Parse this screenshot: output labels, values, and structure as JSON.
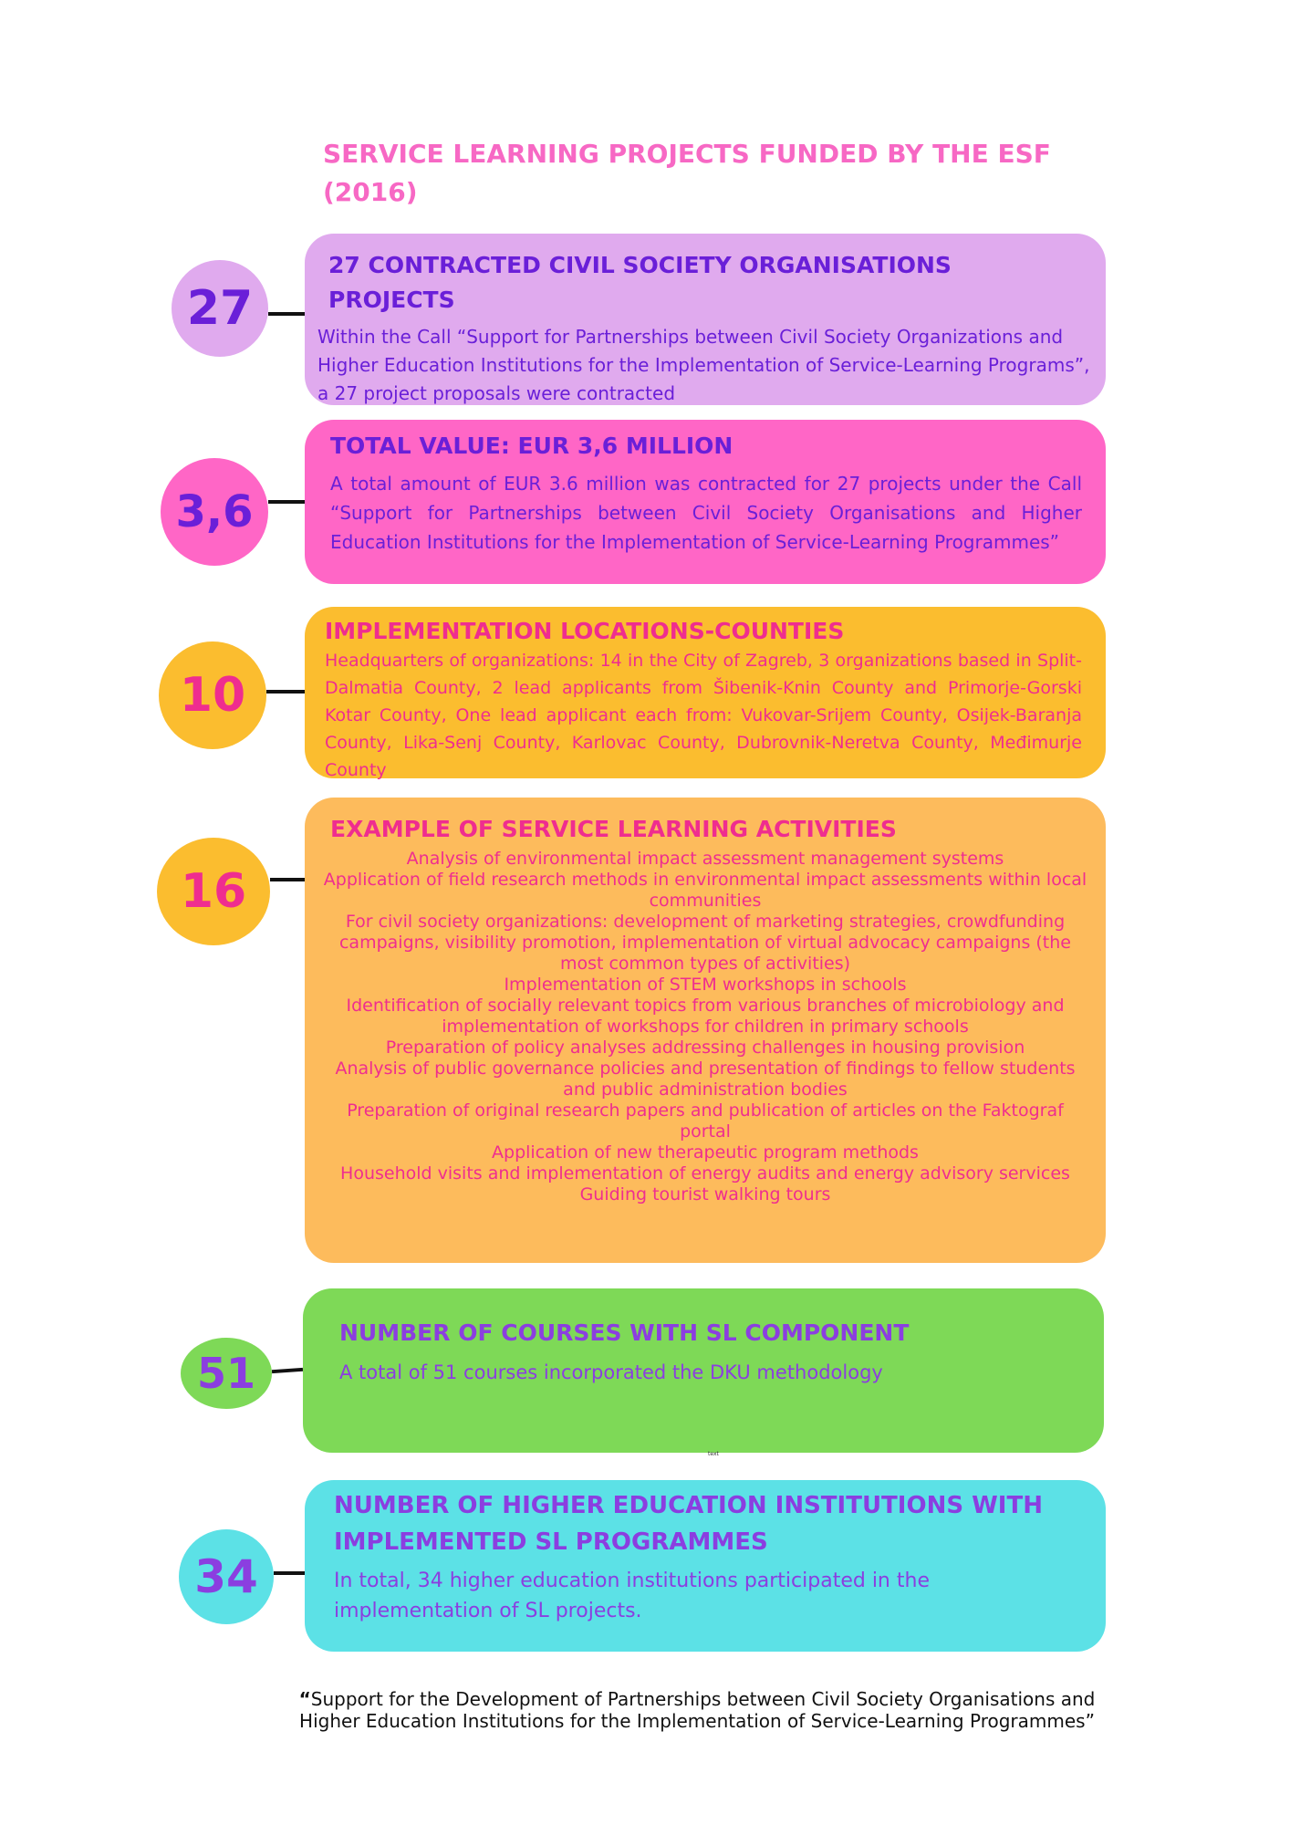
{
  "title": "SERVICE LEARNING PROJECTS FUNDED BY THE ESF (2016)",
  "colors": {
    "title": "#f768c4",
    "purple_text": "#6a1fd8",
    "pink_text": "#ef2d8f",
    "violet_text": "#8b3ee0",
    "card1": "#e0aaee",
    "card2": "#ff66c6",
    "card3": "#fbbd2f",
    "card4": "#fdbb5c",
    "card5": "#7ed957",
    "card6": "#5ce1e6"
  },
  "cards": [
    {
      "number": "27",
      "heading": "27 CONTRACTED CIVIL SOCIETY ORGANISATIONS PROJECTS",
      "body": "Within the Call “Support for Partnerships between Civil Society Organizations and Higher Education Institutions for the Implementation of Service-Learning Programs”, a 27 project proposals were contracted"
    },
    {
      "number": "3,6",
      "heading": "TOTAL VALUE: EUR 3,6 MILLION",
      "body": "A total amount of EUR 3.6 million was contracted for 27 projects under the Call “Support for Partnerships between Civil Society Organisations and Higher Education Institutions for the Implementation of Service-Learning Programmes”"
    },
    {
      "number": "10",
      "heading": "IMPLEMENTATION LOCATIONS-COUNTIES",
      "body": "Headquarters of organizations: 14 in the City of Zagreb, 3 organizations based in Split-Dalmatia County, 2 lead applicants from Šibenik-Knin County and Primorje-Gorski Kotar County, One lead applicant each from: Vukovar-Srijem County, Osijek-Baranja County, Lika-Senj County, Karlovac County, Dubrovnik-Neretva County, Međimurje County"
    },
    {
      "number": "16",
      "heading": "EXAMPLE OF SERVICE LEARNING ACTIVITIES",
      "items": [
        "Analysis of environmental impact assessment management systems",
        "Application of field research methods in environmental impact assessments within local communities",
        "For civil society organizations: development of marketing strategies, crowdfunding campaigns, visibility promotion, implementation of virtual advocacy campaigns (the most common types of activities)",
        "Implementation of STEM workshops in schools",
        "Identification of socially relevant topics from various branches of microbiology and implementation of workshops for children in primary schools",
        "Preparation of policy analyses addressing challenges in housing provision",
        "Analysis of public governance policies and presentation of findings to fellow students and public administration bodies",
        "Preparation of original research papers and publication of articles on the Faktograf portal",
        "Application of new therapeutic program methods",
        "Household visits and implementation of energy audits and energy advisory services",
        "Guiding tourist walking tours"
      ]
    },
    {
      "number": "51",
      "heading": "NUMBER OF COURSES WITH SL COMPONENT",
      "body": "A total of 51 courses incorporated the DKU methodology"
    },
    {
      "number": "34",
      "heading": "NUMBER OF HIGHER EDUCATION INSTITUTIONS WITH IMPLEMENTED SL PROGRAMMES",
      "body": "In total, 34 higher education institutions participated in the implementation of SL projects."
    }
  ],
  "stray_text": "text",
  "footer": {
    "open_quote": "“",
    "text": "Support for the Development of Partnerships between Civil Society Organisations and Higher Education Institutions for the Implementation of Service-Learning Programmes”"
  }
}
